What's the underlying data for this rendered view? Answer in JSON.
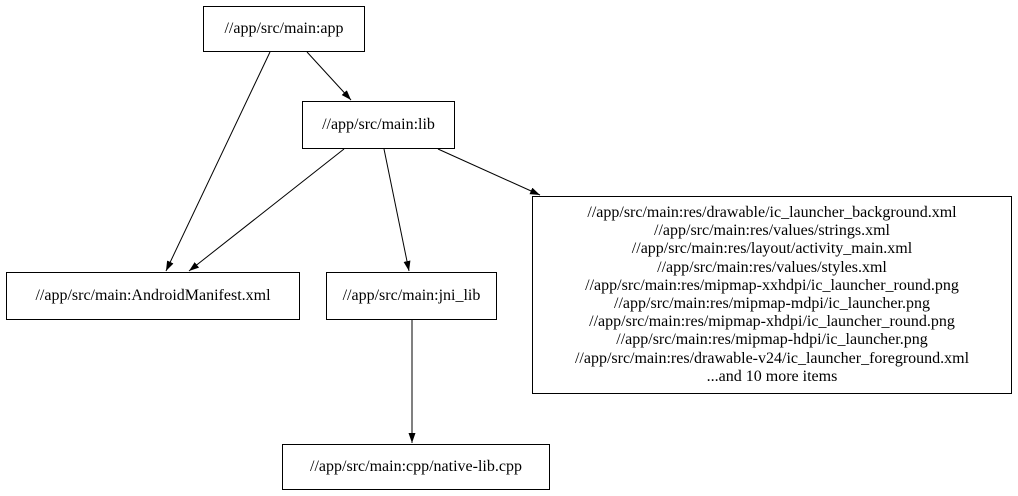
{
  "diagram": {
    "type": "dependency-graph",
    "background_color": "#ffffff",
    "node_border_color": "#000000",
    "text_color": "#000000",
    "nodes": {
      "app": {
        "label": "//app/src/main:app"
      },
      "lib": {
        "label": "//app/src/main:lib"
      },
      "manifest": {
        "label": "//app/src/main:AndroidManifest.xml"
      },
      "jni_lib": {
        "label": "//app/src/main:jni_lib"
      },
      "native_lib": {
        "label": "//app/src/main:cpp/native-lib.cpp"
      },
      "resources": {
        "lines": [
          "//app/src/main:res/drawable/ic_launcher_background.xml",
          "//app/src/main:res/values/strings.xml",
          "//app/src/main:res/layout/activity_main.xml",
          "//app/src/main:res/values/styles.xml",
          "//app/src/main:res/mipmap-xxhdpi/ic_launcher_round.png",
          "//app/src/main:res/mipmap-mdpi/ic_launcher.png",
          "//app/src/main:res/mipmap-xhdpi/ic_launcher_round.png",
          "//app/src/main:res/mipmap-hdpi/ic_launcher.png",
          "//app/src/main:res/drawable-v24/ic_launcher_foreground.xml",
          "...and 10 more items"
        ]
      }
    },
    "edges": [
      {
        "from": "app",
        "to": "lib"
      },
      {
        "from": "app",
        "to": "manifest"
      },
      {
        "from": "lib",
        "to": "manifest"
      },
      {
        "from": "lib",
        "to": "jni_lib"
      },
      {
        "from": "lib",
        "to": "resources"
      },
      {
        "from": "jni_lib",
        "to": "native_lib"
      }
    ]
  }
}
